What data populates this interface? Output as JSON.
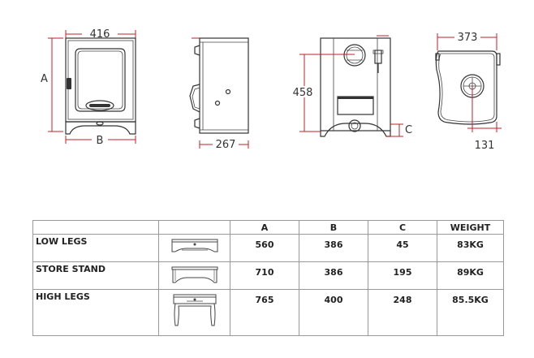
{
  "dimensions": {
    "front_width": "416",
    "front_height": "A",
    "front_base_width": "B",
    "side_depth": "267",
    "rear_flue_height": "458",
    "rear_leg_offset": "C",
    "top_width": "373",
    "top_flue_offset": "131"
  },
  "table": {
    "headers": [
      "",
      "",
      "A",
      "B",
      "C",
      "WEIGHT"
    ],
    "rows": [
      {
        "label": "LOW LEGS",
        "a": "560",
        "b": "386",
        "c": "45",
        "weight": "83KG"
      },
      {
        "label": "STORE STAND",
        "a": "710",
        "b": "386",
        "c": "195",
        "weight": "89KG"
      },
      {
        "label": "HIGH LEGS",
        "a": "765",
        "b": "400",
        "c": "248",
        "weight": "85.5KG"
      }
    ]
  },
  "colors": {
    "dimension_line": "#c0202a",
    "drawing_line": "#333333",
    "table_border": "#999999"
  }
}
